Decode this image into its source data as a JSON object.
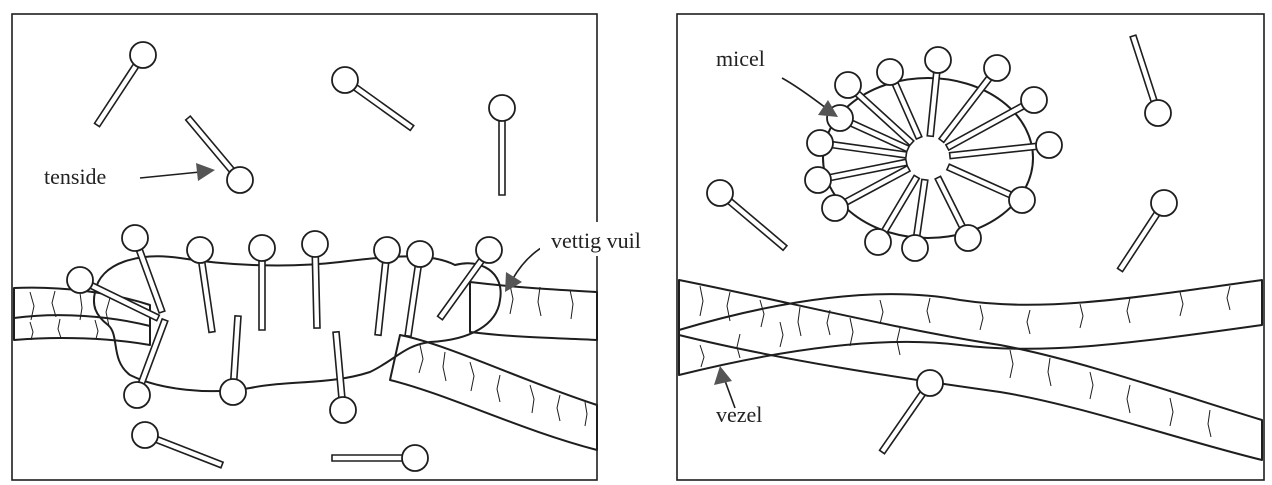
{
  "labels": {
    "tenside": "tenside",
    "vettig_vuil": "vettig vuil",
    "micel": "micel",
    "vezel": "vezel"
  },
  "colors": {
    "ink": "#1e1e1e",
    "arrow_fill": "#555555",
    "paper": "#ffffff"
  }
}
